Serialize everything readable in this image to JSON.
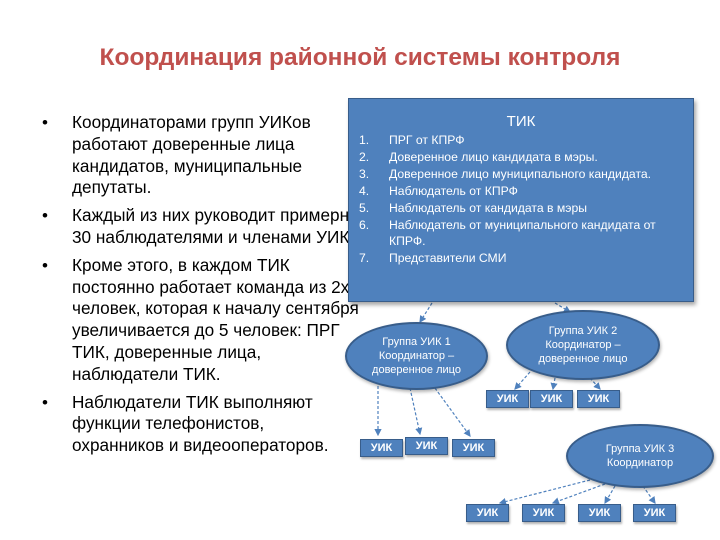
{
  "title": "Координация  районной системы контроля",
  "bullets": [
    "Координаторами групп УИКов работают доверенные лица кандидатов, муниципальные депутаты.",
    "Каждый из них руководит примерно 30 наблюдателями и членами УИК.",
    "Кроме этого, в каждом ТИК постоянно работает команда из 2х человек, которая к началу сентября увеличивается до 5 человек: ПРГ ТИК, доверенные лица, наблюдатели ТИК.",
    "Наблюдатели ТИК выполняют функции телефонистов, охранников и видеооператоров."
  ],
  "tik": {
    "title": "ТИК",
    "items": [
      "ПРГ от КПРФ",
      "Доверенное лицо кандидата в мэры.",
      "Доверенное лицо муниципального кандидата.",
      "Наблюдатель от КПРФ",
      "Наблюдатель от кандидата в мэры",
      "Наблюдатель от муниципального кандидата от КПРФ.",
      "Представители СМИ"
    ]
  },
  "groups": {
    "g1": "Группа УИК 1 Координатор – доверенное лицо",
    "g2": "Группа УИК 2 Координатор – доверенное лицо",
    "g3": "Группа УИК 3 Координатор"
  },
  "uik_label": "УИК",
  "colors": {
    "title": "#c0504d",
    "box": "#4f81bd",
    "border": "#385d8a",
    "connector": "#4f81bd"
  }
}
